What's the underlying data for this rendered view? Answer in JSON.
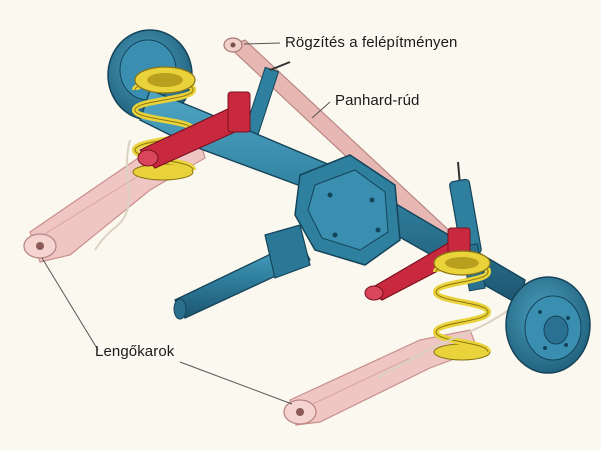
{
  "labels": {
    "mount": "Rögzítés a felépítményen",
    "panhard": "Panhard-rúd",
    "arms": "Lengőkarok"
  },
  "colors": {
    "background": "#fbf8ef",
    "axle": "#2f7f9e",
    "axle_dark": "#1f5f78",
    "spring": "#e9d23a",
    "spring_dark": "#b29a17",
    "arm": "#f0c6c4",
    "arm_dark": "#c98f8c",
    "panhard_rod": "#e7b8b3",
    "damper_bracket": "#c8293f",
    "leader_line": "#555555"
  }
}
